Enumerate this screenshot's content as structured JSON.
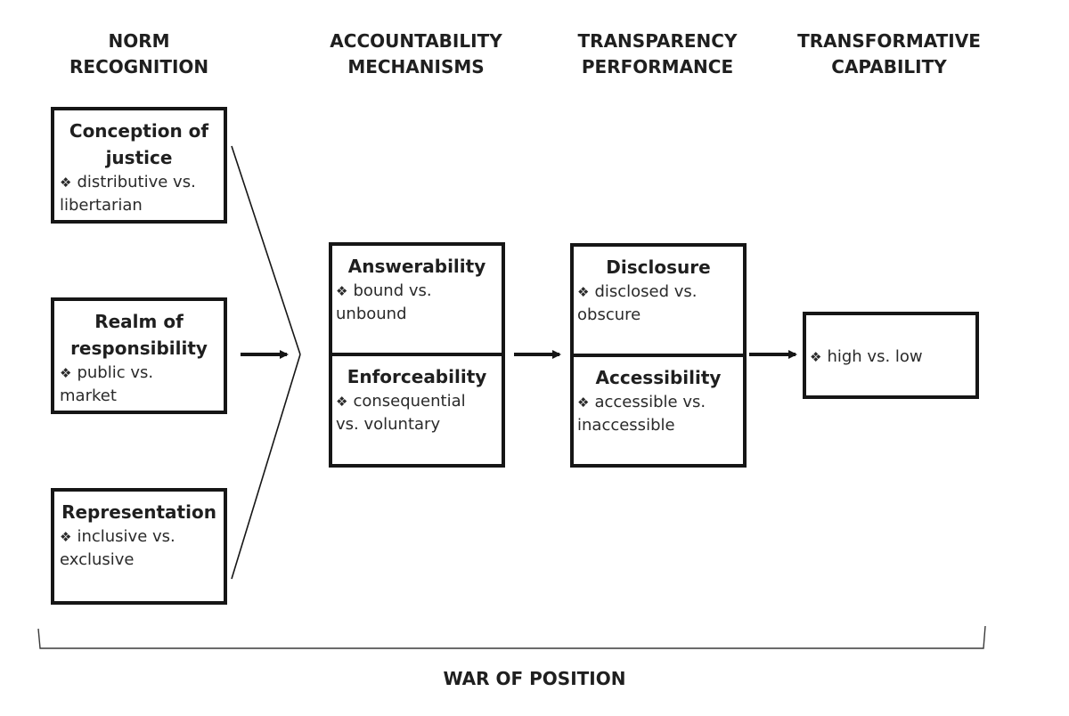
{
  "headers": {
    "norm_recognition": [
      "NORM",
      "RECOGNITION"
    ],
    "accountability": [
      "ACCOUNTABILITY",
      "MECHANISMS"
    ],
    "transparency": [
      "TRANSPARENCY",
      "PERFORMANCE"
    ],
    "transformative": [
      "TRANSFORMATIVE",
      "CAPABILITY"
    ]
  },
  "bullet_glyph": "❖",
  "norm_boxes": [
    {
      "title": [
        "Conception of",
        "justice"
      ],
      "item": [
        "distributive vs.",
        "libertarian"
      ]
    },
    {
      "title": [
        "Realm of",
        "responsibility"
      ],
      "item": [
        "public vs.",
        "market"
      ]
    },
    {
      "title": [
        "Representation"
      ],
      "item": [
        "inclusive vs.",
        "exclusive"
      ]
    }
  ],
  "accountability_box": {
    "top": {
      "title": "Answerability",
      "item": [
        "bound vs.",
        "unbound"
      ]
    },
    "bottom": {
      "title": "Enforceability",
      "item": [
        "consequential",
        "vs. voluntary"
      ]
    }
  },
  "transparency_box": {
    "top": {
      "title": "Disclosure",
      "item": [
        "disclosed vs.",
        "obscure"
      ]
    },
    "bottom": {
      "title": "Accessibility",
      "item": [
        "accessible vs.",
        "inaccessible"
      ]
    }
  },
  "capability_box": {
    "item": "high vs. low"
  },
  "footer": "WAR OF POSITION"
}
